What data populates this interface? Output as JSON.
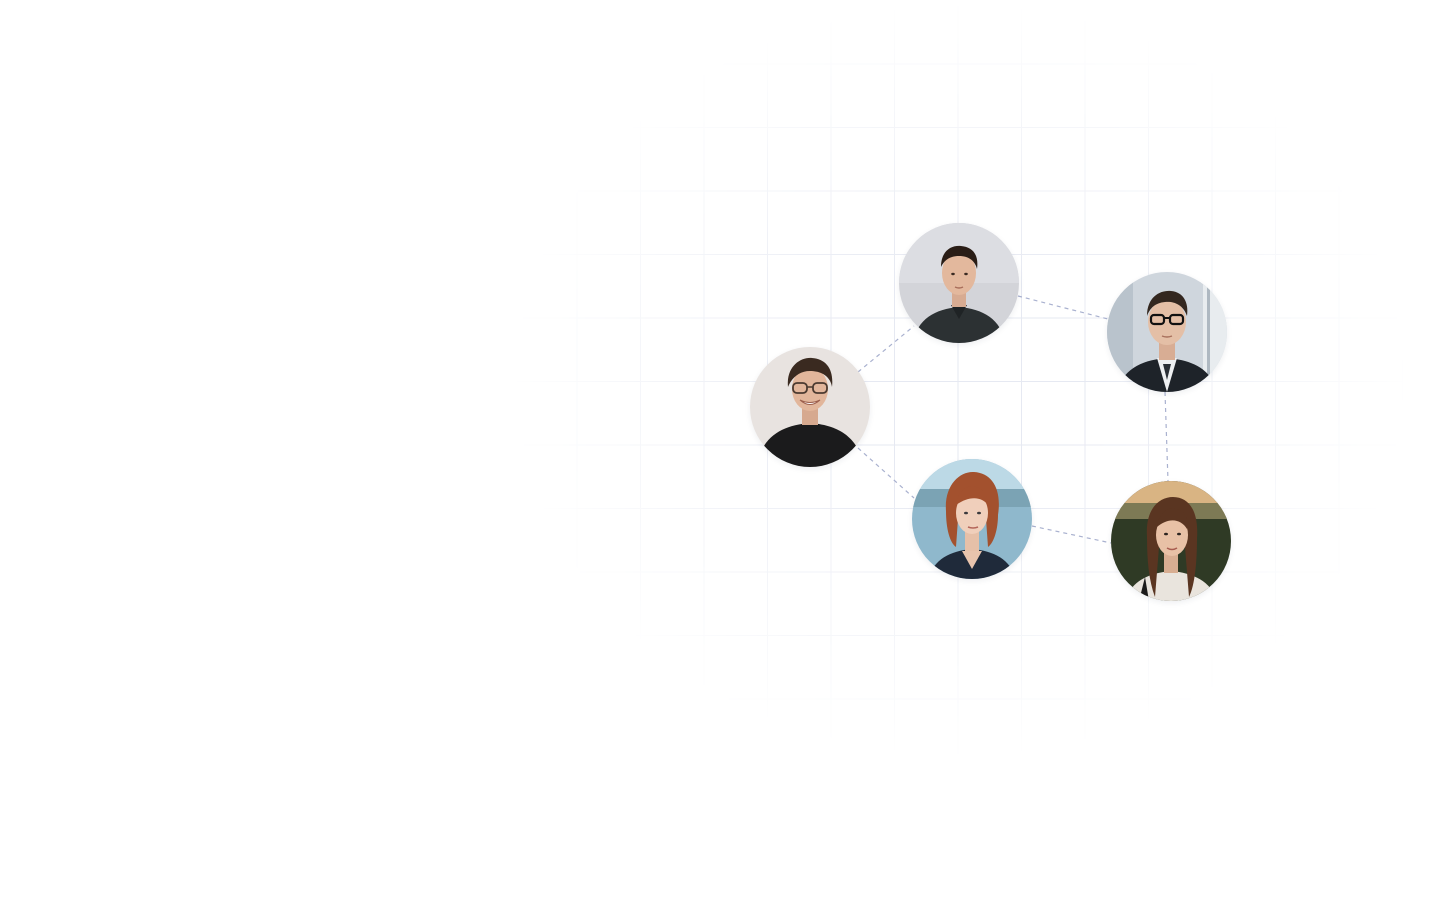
{
  "network": {
    "members": [
      {
        "id": "member-1",
        "icon": "portrait-man-dark-shirt"
      },
      {
        "id": "member-2",
        "icon": "portrait-man-glasses-suit"
      },
      {
        "id": "member-3",
        "icon": "portrait-man-glasses-smiling"
      },
      {
        "id": "member-4",
        "icon": "portrait-woman-red-hair"
      },
      {
        "id": "member-5",
        "icon": "portrait-woman-brown-hair"
      }
    ],
    "connections": [
      [
        "member-3",
        "member-1"
      ],
      [
        "member-1",
        "member-2"
      ],
      [
        "member-3",
        "member-4"
      ],
      [
        "member-4",
        "member-5"
      ],
      [
        "member-2",
        "member-5"
      ]
    ],
    "colors": {
      "grid": "#e6e9f2",
      "connector": "#a9b1cf",
      "background": "#ffffff"
    }
  }
}
